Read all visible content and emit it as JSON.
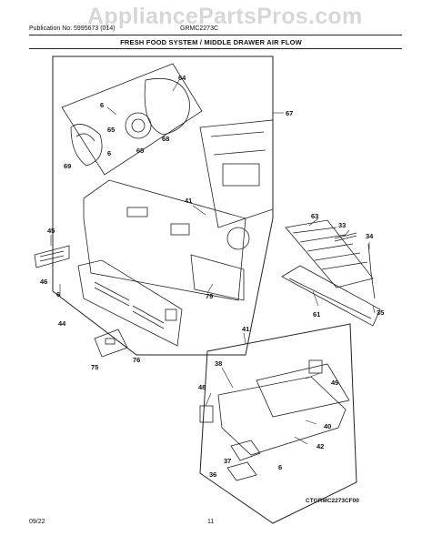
{
  "watermark": "AppliancePartsPros.com",
  "header": {
    "publication": "Publication No: 5995673 (014)",
    "model": "GRMC2273C",
    "title": "FRESH FOOD SYSTEM / MIDDLE DRAWER AIR FLOW"
  },
  "callouts": {
    "p64": "64",
    "p6a": "6",
    "p65a": "65",
    "p68": "68",
    "p65b": "65",
    "p6b": "6",
    "p69": "69",
    "p67": "67",
    "p41a": "41",
    "p63": "63",
    "p33": "33",
    "p34": "34",
    "p45": "45",
    "p46": "46",
    "p6c": "6",
    "p44": "44",
    "p79": "79",
    "p61": "61",
    "p35": "35",
    "p41b": "41",
    "p75": "75",
    "p76": "76",
    "p38": "38",
    "p49": "49",
    "p48": "48",
    "p40": "40",
    "p42": "42",
    "p37": "37",
    "p36": "36",
    "p6d": "6"
  },
  "diagram_code": "CTGRMC2273CF00",
  "footer": {
    "date": "09/22",
    "page": "11"
  }
}
